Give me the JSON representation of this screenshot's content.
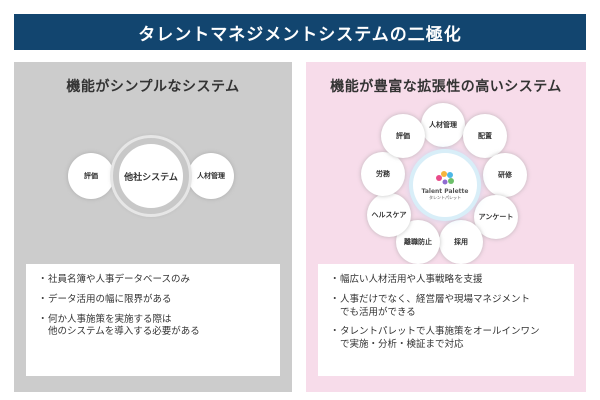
{
  "header": {
    "title": "タレントマネジメントシステムの二極化"
  },
  "left": {
    "title": "機能がシンプルなシステム",
    "center": "他社システム",
    "nodes": [
      "評価",
      "人材管理"
    ],
    "list": [
      "社員名簿や人事データベースのみ",
      "データ活用の幅に限界がある",
      "何か人事施策を実施する際は\n他のシステムを導入する必要がある"
    ]
  },
  "right": {
    "title": "機能が豊富な拡張性の高いシステム",
    "center": {
      "name": "Talent Palette",
      "sub": "タレントパレット"
    },
    "nodes": [
      "人材管理",
      "配置",
      "研修",
      "アンケート",
      "採用",
      "離職防止",
      "ヘルスケア",
      "労務",
      "評価"
    ],
    "list": [
      "幅広い人材活用や人事戦略を支援",
      "人事だけでなく、経営層や現場マネジメント\nでも活用ができる",
      "タレントパレットで人事施策をオールインワン\nで実施・分析・検証まで対応"
    ]
  },
  "colors": {
    "header_bg": "#12456f",
    "left_panel": "#cccccc",
    "right_panel": "#f7dcea"
  },
  "bullet": "・"
}
